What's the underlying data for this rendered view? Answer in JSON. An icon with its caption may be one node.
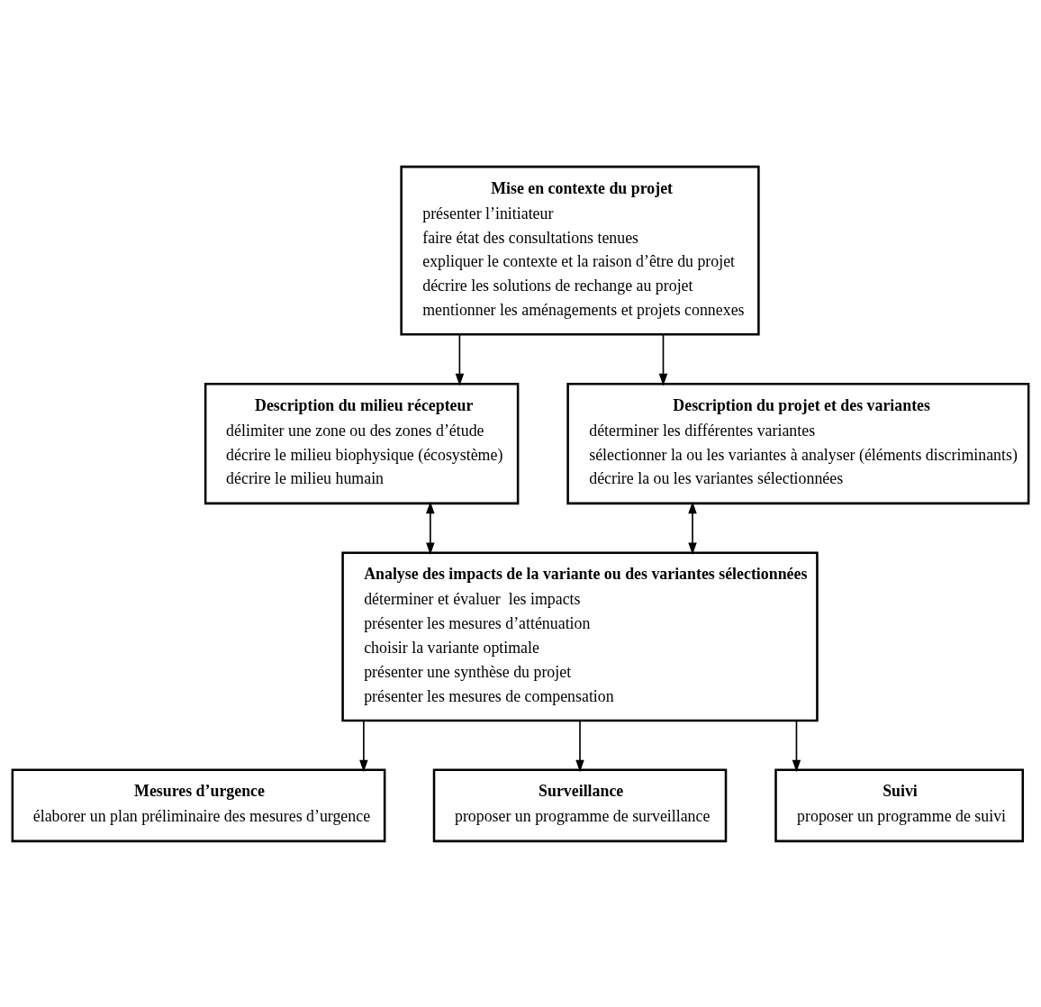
{
  "diagram": {
    "nodes": [
      {
        "text": [
          "Mise en contexte du projet",
          "présenter l’initiateur",
          "faire état des consultations tenues",
          "expliquer le contexte et la raison d’être du projet",
          "décrire les solutions de rechange au projet",
          "mentionner les aménagements et projets connexes"
        ]
      },
      {
        "text": [
          "Description du milieu récepteur",
          "délimiter une zone ou des zones d’étude",
          "décrire le milieu biophysique (écosystème)",
          "décrire le milieu humain"
        ]
      },
      {
        "text": [
          "Description du projet et des variantes",
          "déterminer les différentes variantes",
          "sélectionner la ou les variantes à analyser (éléments discriminants)",
          "décrire la ou les variantes sélectionnées"
        ]
      },
      {
        "text": [
          "Analyse des impacts de la variante ou des variantes sélectionnées",
          "déterminer et évaluer  les impacts",
          "présenter les mesures d’atténuation",
          "choisir la variante optimale",
          "présenter une synthèse du projet",
          "présenter les mesures de compensation"
        ]
      },
      {
        "text": [
          "Mesures d’urgence",
          "élaborer un plan préliminaire des mesures d’urgence"
        ]
      },
      {
        "text": [
          "Surveillance",
          "proposer un programme de surveillance"
        ]
      },
      {
        "text": [
          "Suivi",
          "proposer un programme de suivi"
        ]
      }
    ],
    "edges": [
      {
        "from": 0,
        "to": 1,
        "arrow": "to"
      },
      {
        "from": 0,
        "to": 2,
        "arrow": "to"
      },
      {
        "from": 1,
        "to": 3,
        "arrow": "both"
      },
      {
        "from": 2,
        "to": 3,
        "arrow": "both"
      },
      {
        "from": 3,
        "to": 4,
        "arrow": "to"
      },
      {
        "from": 3,
        "to": 5,
        "arrow": "to"
      },
      {
        "from": 3,
        "to": 6,
        "arrow": "to"
      }
    ]
  }
}
